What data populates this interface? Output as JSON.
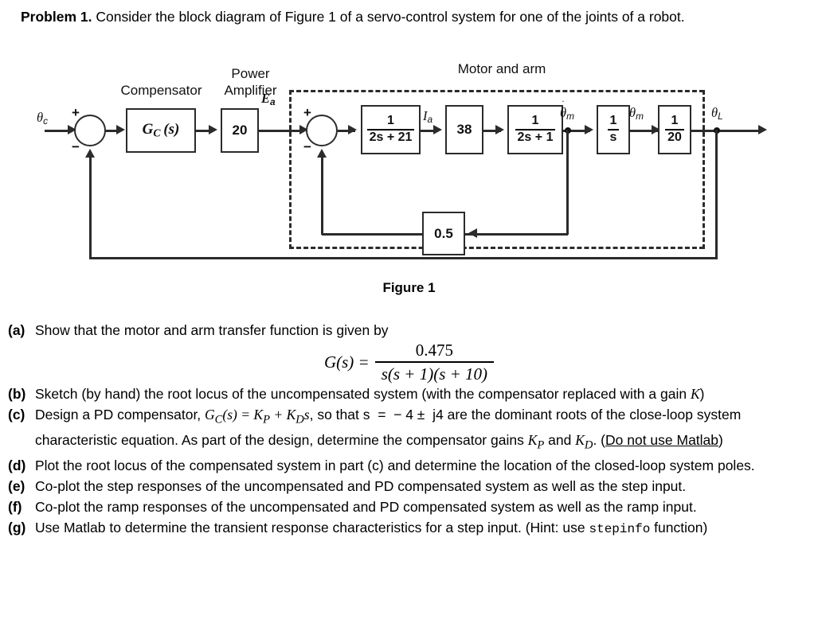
{
  "intro": {
    "label": "Problem 1.",
    "text": "Consider the block diagram of Figure 1 of a servo-control system for one of the joints of a robot."
  },
  "figure": {
    "caption": "Figure 1",
    "group_labels": {
      "compensator": "Compensator",
      "power_amplifier_line1": "Power",
      "power_amplifier_line2": "Amplifier",
      "motor_and_arm": "Motor and arm"
    },
    "blocks": {
      "compensator": "G_C(s)",
      "power_amplifier": "20",
      "electrical": {
        "num": "1",
        "den": "2s + 21"
      },
      "torque_constant": "38",
      "mechanical": {
        "num": "1",
        "den": "2s + 1"
      },
      "integrator": {
        "num": "1",
        "den": "s"
      },
      "gear_ratio": {
        "num": "1",
        "den": "20"
      },
      "tach_feedback": "0.5"
    },
    "signals": {
      "input": "θc",
      "amplifier_output": "Ea",
      "armature_current": "Ia",
      "motor_speed": "θm_dot",
      "motor_position": "θm",
      "load_position": "θL"
    },
    "signs": {
      "outer_plus": "+",
      "outer_minus": "−",
      "inner_plus": "+",
      "inner_minus": "−"
    }
  },
  "items": [
    {
      "tag": "(a)",
      "text": "Show that the motor and arm transfer function is given by"
    },
    {
      "tag": "(b)",
      "text": "Sketch (by hand) the root locus of the uncompensated system (with the compensator replaced with a gain K)"
    },
    {
      "tag": "(c)",
      "text": "Design a PD compensator, G_C(s) = KP + KDs, so that s = − 4 ± j4 are the dominant roots of the close-loop system characteristic equation. As part of the design, determine the compensator gains KP and KD. (Do not use Matlab)"
    },
    {
      "tag": "(d)",
      "text": "Plot the root locus of the compensated system in part (c) and determine the location of the closed-loop system poles."
    },
    {
      "tag": "(e)",
      "text": "Co-plot the step responses of the uncompensated and PD compensated system as well as the step input."
    },
    {
      "tag": "(f)",
      "text": "Co-plot the ramp responses of the uncompensated and PD compensated system as well as the ramp input."
    },
    {
      "tag": "(g)",
      "text": "Use Matlab to determine the transient response characteristics for a step input. (Hint: use stepinfo function)"
    }
  ],
  "equation": {
    "lhs": "G(s) =",
    "numerator": "0.475",
    "denominator": "s(s + 1)(s + 10)"
  }
}
